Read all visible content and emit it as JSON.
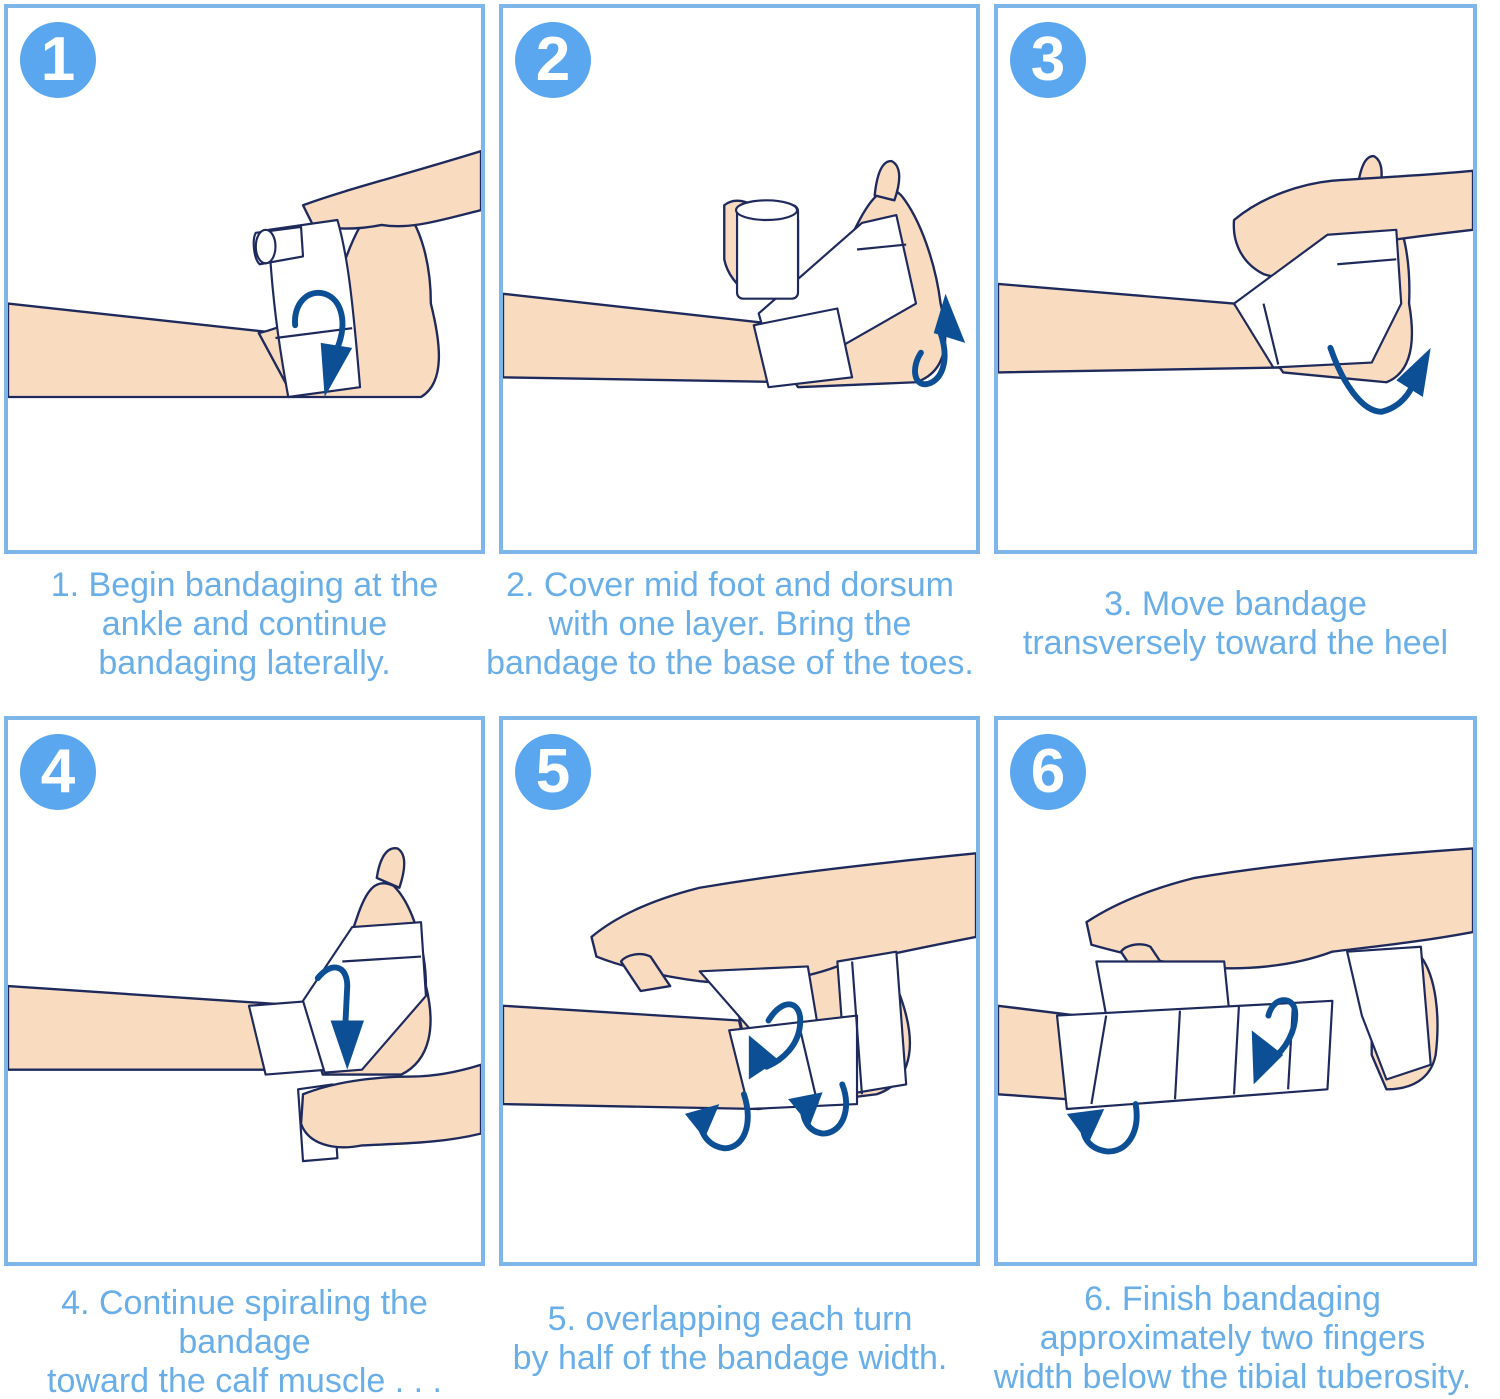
{
  "steps": [
    {
      "number": "1",
      "caption": [
        "1. Begin bandaging at the",
        "ankle and continue",
        "bandaging laterally."
      ]
    },
    {
      "number": "2",
      "caption": [
        "2. Cover mid foot and dorsum",
        "with one layer. Bring the",
        "bandage to the base of the toes."
      ]
    },
    {
      "number": "3",
      "caption": [
        "3. Move bandage",
        "transversely toward the heel"
      ]
    },
    {
      "number": "4",
      "caption": [
        "4. Continue spiraling the",
        "bandage",
        "toward the calf muscle . . ."
      ]
    },
    {
      "number": "5",
      "caption": [
        "5. overlapping each turn",
        "by half of the bandage width."
      ]
    },
    {
      "number": "6",
      "caption": [
        "6. Finish bandaging",
        "approximately two fingers",
        "width below the tibial tuberosity."
      ]
    }
  ],
  "colors": {
    "frame": "#7eb6ea",
    "badge": "#5aa7ef",
    "caption_text": "#6aaee8",
    "skin": "#f9dcc0",
    "outline": "#1f2a5c",
    "arrow": "#0d4f94"
  }
}
